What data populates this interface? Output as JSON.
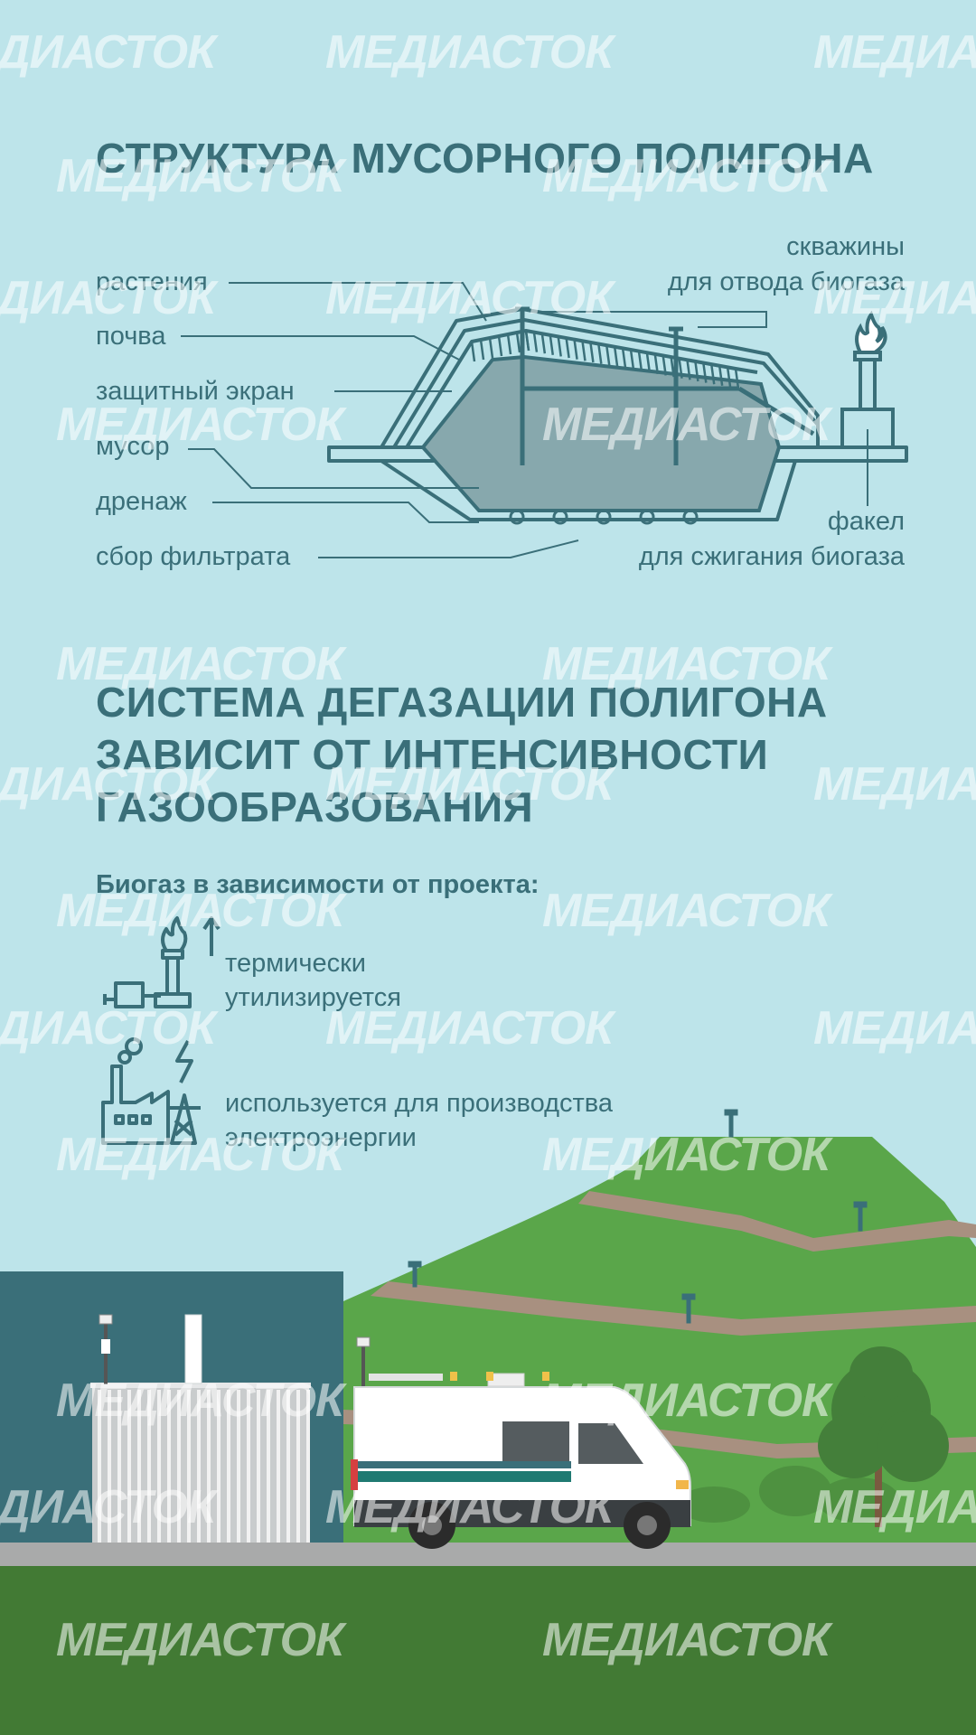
{
  "section1": {
    "title": "СТРУКТУРА МУСОРНОГО ПОЛИГОНА",
    "labels": {
      "plants": "растения",
      "soil": "почва",
      "screen": "защитный экран",
      "waste": "мусор",
      "drainage": "дренаж",
      "filtrate": "сбор фильтрата",
      "wells_line1": "скважины",
      "wells_line2": "для отвода биогаза",
      "flare_line1": "факел",
      "flare_line2": "для сжигания биогаза"
    }
  },
  "section2": {
    "title_lines": [
      "СИСТЕМА ДЕГАЗАЦИИ ПОЛИГОНА",
      "ЗАВИСИТ ОТ ИНТЕНСИВНОСТИ",
      "ГАЗООБРАЗОВАНИЯ"
    ],
    "subheading": "Биогаз в зависимости от проекта:",
    "uses": [
      {
        "icon": "flare-burner-icon",
        "lines": [
          "термически",
          "утилизируется"
        ]
      },
      {
        "icon": "power-plant-icon",
        "lines": [
          "используется для производства",
          "электроэнергии"
        ]
      }
    ]
  },
  "watermark": "МЕДИАСТОК",
  "colors": {
    "background": "#bde4ea",
    "accent": "#3a6f79",
    "hill_green": "#5aa64a",
    "ground_green": "#427a34",
    "road": "#a9aaaa",
    "path": "#a89080",
    "waste_fill": "#87a8ad"
  }
}
